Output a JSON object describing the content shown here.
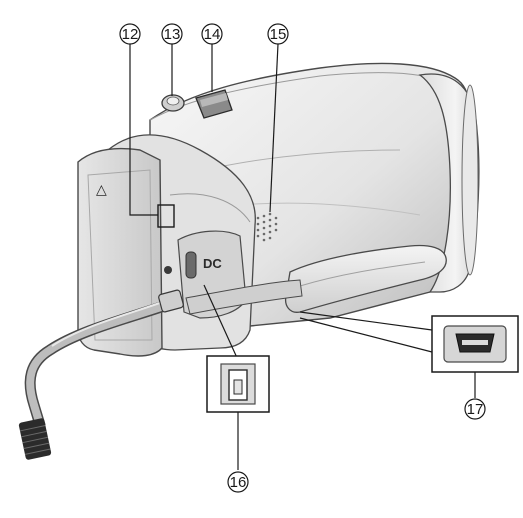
{
  "figure": {
    "subject": "camcorder-rear-side-view",
    "callouts": [
      {
        "id": "c12",
        "label": "12",
        "symbol": "⑫"
      },
      {
        "id": "c13",
        "label": "13",
        "symbol": "⑬"
      },
      {
        "id": "c14",
        "label": "14",
        "symbol": "⑭"
      },
      {
        "id": "c15",
        "label": "15",
        "symbol": "⑮"
      },
      {
        "id": "c16",
        "label": "16",
        "symbol": "⑯"
      },
      {
        "id": "c17",
        "label": "17",
        "symbol": "⑰"
      }
    ],
    "printed_labels": {
      "dc_terminal": "DC",
      "lcd_triangle_mark": "△"
    },
    "icons": [
      "dc-connector-icon",
      "usb-mini-connector-icon"
    ],
    "colors": {
      "body_light": "#f2f2f2",
      "body_mid": "#d9d9d9",
      "body_shadow": "#a8a8a8",
      "outline": "#4a4a4a",
      "dark_part": "#2b2b2b",
      "leader": "#1a1a1a"
    }
  }
}
